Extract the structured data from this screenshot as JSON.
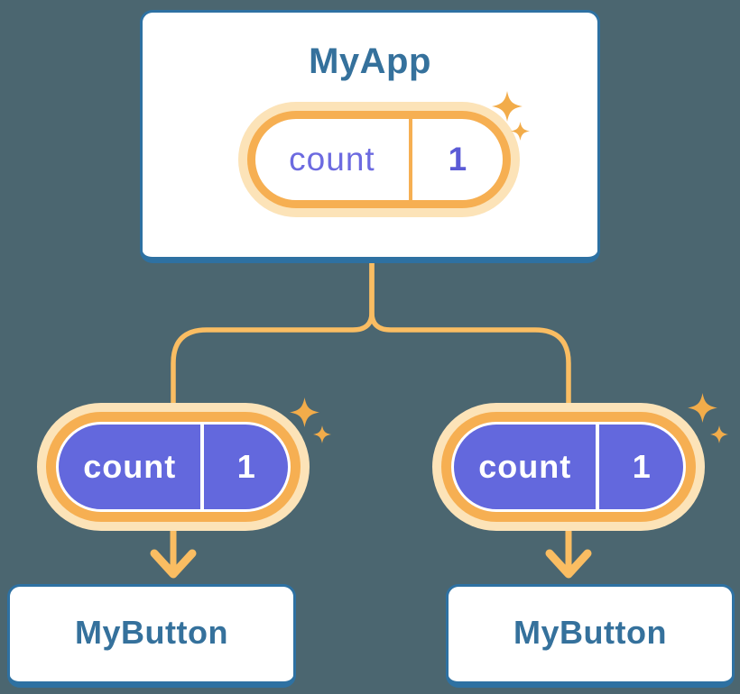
{
  "diagram": {
    "root_component": {
      "title": "MyApp",
      "state": {
        "key": "count",
        "value": "1"
      }
    },
    "child_components": [
      {
        "title": "MyButton",
        "state": {
          "key": "count",
          "value": "1"
        }
      },
      {
        "title": "MyButton",
        "state": {
          "key": "count",
          "value": "1"
        }
      }
    ]
  },
  "colors": {
    "background": "#4B6670",
    "card_bg": "#FFFFFF",
    "card_border": "#2E71A2",
    "heading_text": "#35719C",
    "connector": "#FABD62",
    "pill_ring": "#F6AF52",
    "pill_glow": "#FCE3B8",
    "sparkle": "#F2AC4A",
    "state_fill": "#6368DD",
    "state_text_on_purple": "#FFFFFF",
    "state_key_text": "#6C6AE0",
    "state_value_text": "#5B5BD6"
  }
}
